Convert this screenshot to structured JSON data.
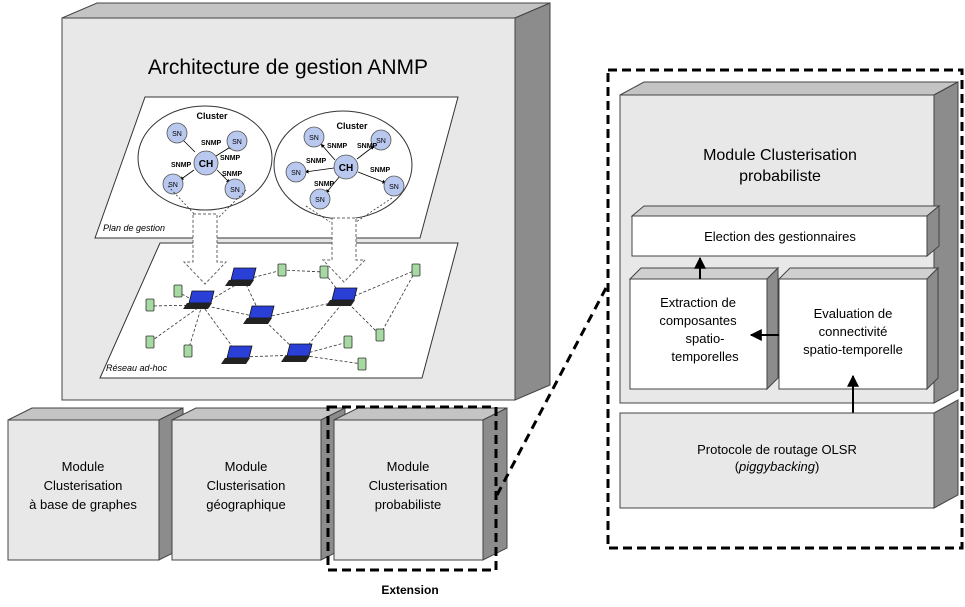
{
  "anmp": {
    "title": "Architecture de gestion ANMP",
    "plane_label": "Plan de gestion",
    "network_label": "Réseau ad-hoc",
    "clusters": [
      {
        "label": "Cluster",
        "head": "CH",
        "member": "SN",
        "link": "SNMP"
      },
      {
        "label": "Cluster",
        "head": "CH",
        "member": "SN",
        "link": "SNMP"
      }
    ]
  },
  "modules": [
    {
      "line1": "Module",
      "line2": "Clusterisation",
      "line3": "à base de graphes"
    },
    {
      "line1": "Module",
      "line2": "Clusterisation",
      "line3": "géographique"
    },
    {
      "line1": "Module",
      "line2": "Clusterisation",
      "line3": "probabiliste"
    }
  ],
  "extension_label": "Extension",
  "detail": {
    "title_line1": "Module Clusterisation",
    "title_line2": "probabiliste",
    "election": "Election des gestionnaires",
    "extraction": [
      "Extraction de",
      "composantes",
      "spatio-",
      "temporelles"
    ],
    "evaluation": [
      "Evaluation de",
      "connectivité",
      "spatio-temporelle"
    ],
    "protocol_line1": "Protocole de routage OLSR",
    "protocol_line2": "piggybacking"
  },
  "colors": {
    "box_front": "#e8e8e8",
    "box_top": "#c4c4c4",
    "box_side": "#8c8c8c",
    "node_fill": "#b9c8ee",
    "laptop": "#2a3fd6",
    "pda": "#a7d9a3"
  }
}
